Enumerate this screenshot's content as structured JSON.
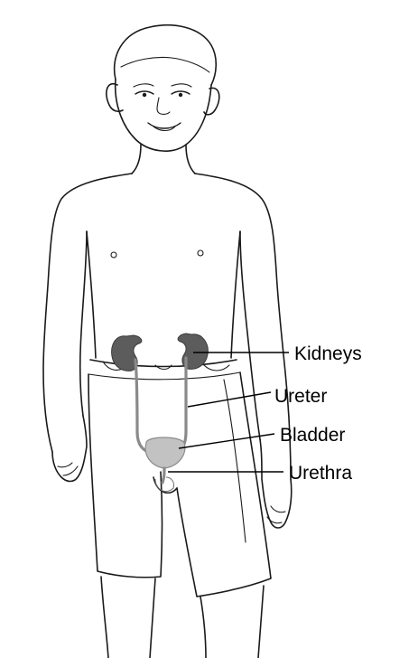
{
  "diagram": {
    "labels": {
      "kidneys": "Kidneys",
      "ureter": "Ureter",
      "bladder": "Bladder",
      "urethra": "Urethra"
    },
    "colors": {
      "outline": "#1a1a1a",
      "kidney": "#5c5c5c",
      "bladder": "#c2c2c2",
      "ureter": "#8a8a8a"
    }
  }
}
